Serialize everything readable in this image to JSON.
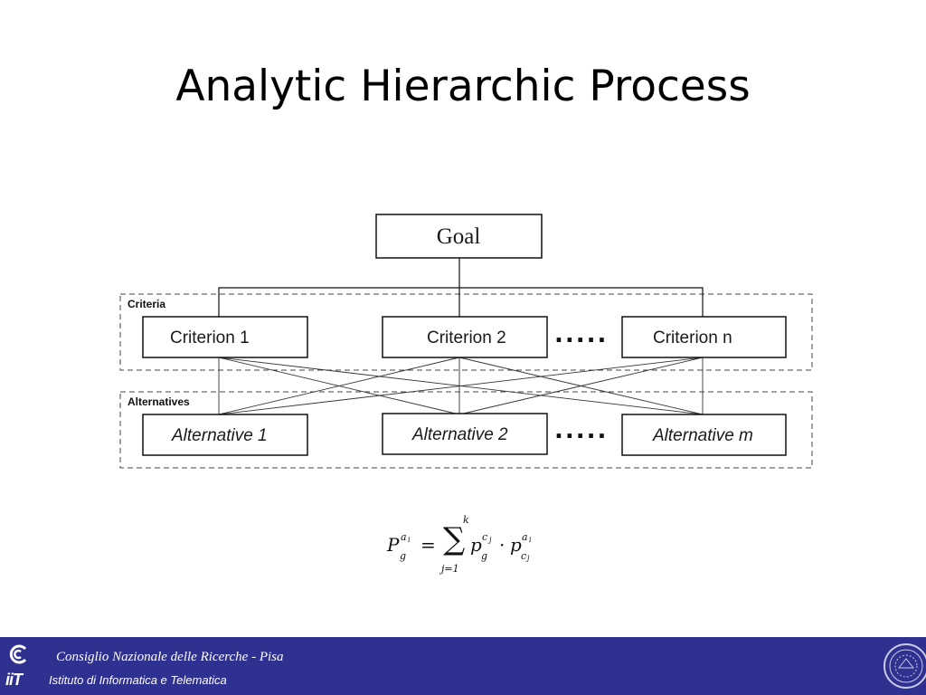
{
  "title": "Analytic Hierarchic Process",
  "diagram": {
    "goal": "Goal",
    "criteria_label": "Criteria",
    "alternatives_label": "Alternatives",
    "criteria": [
      "Criterion 1",
      "Criterion 2",
      "Criterion n"
    ],
    "alternatives": [
      "Alternative 1",
      "Alternative 2",
      "Alternative m"
    ],
    "ellipsis": "....."
  },
  "formula": {
    "lhs": "P",
    "lhs_sup": "a",
    "lhs_sup_sub": "i",
    "lhs_sub": "g",
    "equals": "=",
    "sum_upper": "k",
    "sum_lower": "j=1",
    "term1": "p",
    "term1_sup": "c",
    "term1_sup_sub": "j",
    "term1_sub": "g",
    "dot": "·",
    "term2": "p",
    "term2_sup": "a",
    "term2_sup_sub": "i",
    "term2_sub": "c",
    "term2_sub_sub": "j"
  },
  "footer": {
    "line1": "Consiglio Nazionale delle Ricerche - Pisa",
    "line2": "Istituto di Informatica e Telematica",
    "logo_text": "iiT",
    "background_color": "#2e3190"
  }
}
